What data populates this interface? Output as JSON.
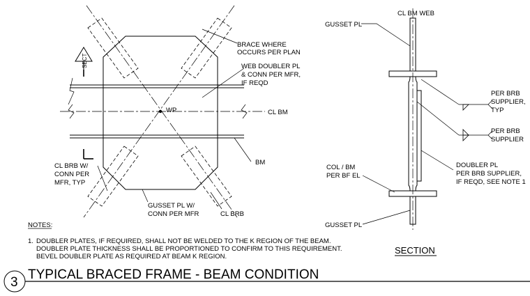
{
  "plan": {
    "brace_where": "BRACE WHERE",
    "occurs_per_plan": "OCCURS PER PLAN",
    "web_doubler_1": "WEB DOUBLER PL",
    "web_doubler_2": "& CONN PER MFR,",
    "web_doubler_3": "IF REQD",
    "wp": "WP",
    "cl_bm": "CL BM",
    "bm": "BM",
    "cl_brb_1": "CL BRB W/",
    "cl_brb_2": "CONN PER",
    "cl_brb_3": "MFR, TYP",
    "gusset_1": "GUSSET PL W/",
    "gusset_2": "CONN PER MFR",
    "cl_brb": "CL BRB",
    "sect": "SECT"
  },
  "section": {
    "cl_bm_web": "CL BM WEB",
    "gusset_top": "GUSSET PL",
    "per_brb_typ_1": "PER BRB",
    "per_brb_typ_2": "SUPPLIER,",
    "per_brb_typ_3": "TYP",
    "per_brb_1": "PER BRB",
    "per_brb_2": "SUPPLIER",
    "doubler_1": "DOUBLER PL",
    "doubler_2": "PER BRB SUPPLIER,",
    "doubler_3": "IF REQD, SEE NOTE 1",
    "col_bm_1": "COL / BM",
    "col_bm_2": "PER BF EL",
    "gusset_bottom": "GUSSET PL",
    "title": "SECTION"
  },
  "notes": {
    "heading": "NOTES:",
    "number": "1.",
    "line1": "DOUBLER PLATES, IF REQUIRED, SHALL NOT BE WELDED TO THE K REGION OF THE BEAM.",
    "line2": "DOUBLER PLATE THICKNESS SHALL BE PROPORTIONED TO CONFIRM TO THIS REQUIREMENT.",
    "line3": "BEVEL DOUBLER PLATE AS REQUIRED AT BEAM K REGION."
  },
  "detail": {
    "number": "3",
    "title": "TYPICAL BRACED FRAME - BEAM CONDITION"
  }
}
